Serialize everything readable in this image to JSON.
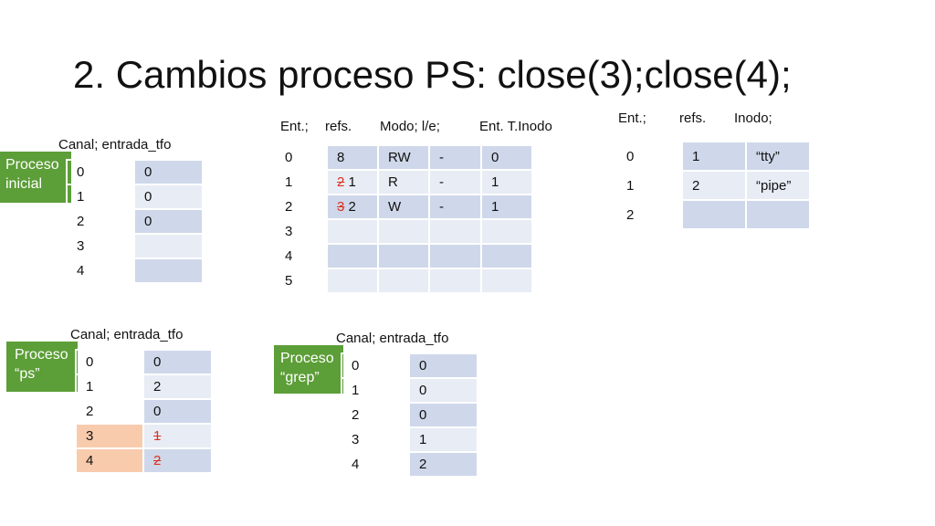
{
  "title": "2. Cambios proceso PS: close(3);close(4);",
  "proc_initial": {
    "badge": "Proceso\ninicial",
    "header": "Canal; entrada_tfo",
    "rows": [
      {
        "idx": "0",
        "val": "0"
      },
      {
        "idx": "1",
        "val": "0"
      },
      {
        "idx": "2",
        "val": "0"
      },
      {
        "idx": "3",
        "val": ""
      },
      {
        "idx": "4",
        "val": ""
      }
    ]
  },
  "proc_ps": {
    "badge": "Proceso\n“ps”",
    "header": "Canal; entrada_tfo",
    "rows": [
      {
        "idx": "0",
        "val": "0"
      },
      {
        "idx": "1",
        "val": "2"
      },
      {
        "idx": "2",
        "val": "0"
      },
      {
        "idx": "3",
        "val": "1",
        "struck": true
      },
      {
        "idx": "4",
        "val": "2",
        "struck": true
      }
    ]
  },
  "proc_grep": {
    "badge": "Proceso\n“grep”",
    "header": "Canal; entrada_tfo",
    "rows": [
      {
        "idx": "0",
        "val": "0"
      },
      {
        "idx": "1",
        "val": "0"
      },
      {
        "idx": "2",
        "val": "0"
      },
      {
        "idx": "3",
        "val": "1"
      },
      {
        "idx": "4",
        "val": "2"
      }
    ]
  },
  "tfo": {
    "headers": [
      "Ent.;",
      "refs.",
      "Modo; l/e;",
      "Ent. T.Inodo"
    ],
    "rows": [
      {
        "idx": "0",
        "refs_old": "",
        "refs": "8",
        "modo": "RW",
        "le": "-",
        "inodo": "0"
      },
      {
        "idx": "1",
        "refs_old": "2",
        "refs": "1",
        "modo": "R",
        "le": "-",
        "inodo": "1"
      },
      {
        "idx": "2",
        "refs_old": "3",
        "refs": "2",
        "modo": "W",
        "le": "-",
        "inodo": "1"
      },
      {
        "idx": "3",
        "refs_old": "",
        "refs": "",
        "modo": "",
        "le": "",
        "inodo": ""
      },
      {
        "idx": "4",
        "refs_old": "",
        "refs": "",
        "modo": "",
        "le": "",
        "inodo": ""
      },
      {
        "idx": "5",
        "refs_old": "",
        "refs": "",
        "modo": "",
        "le": "",
        "inodo": ""
      }
    ]
  },
  "inodos": {
    "headers": [
      "Ent.;",
      "refs.",
      "Inodo;"
    ],
    "rows": [
      {
        "idx": "0",
        "refs": "1",
        "inodo": "“tty”"
      },
      {
        "idx": "1",
        "refs": "2",
        "inodo": "“pipe”"
      },
      {
        "idx": "2",
        "refs": "",
        "inodo": ""
      }
    ]
  },
  "colors": {
    "cell_dark": "#cfd8ea",
    "cell_light": "#e8ecf5",
    "badge_green": "#5c9e37",
    "strike_red": "#d9321f",
    "closed_highlight": "#f8cbad"
  }
}
